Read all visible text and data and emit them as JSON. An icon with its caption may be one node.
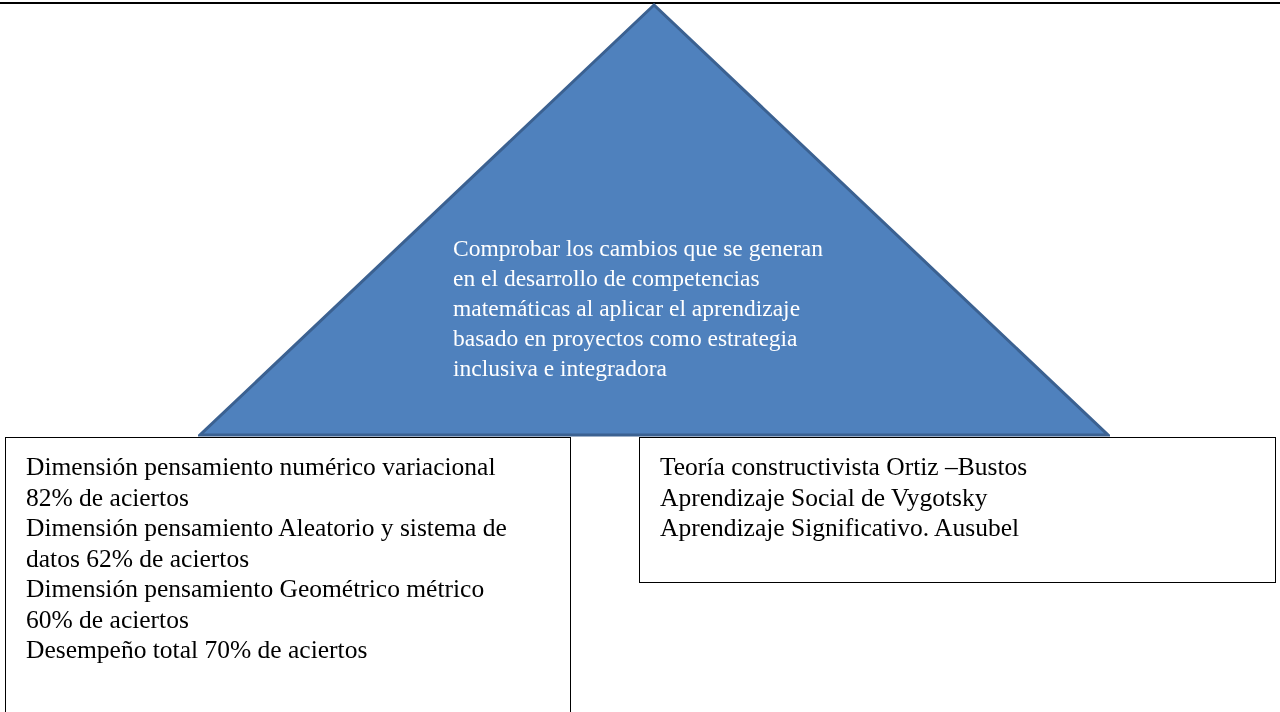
{
  "diagram": {
    "nodes": [
      {
        "text": [
          "Comprobar los cambios que se generan en el desarrollo de competencias matemáticas al aplicar el aprendizaje basado en proyectos como estrategia inclusiva e integradora"
        ]
      },
      {
        "text": [
          "Dimensión pensamiento numérico variacional 82% de aciertos",
          "Dimensión pensamiento Aleatorio y sistema de datos 62% de aciertos",
          "Dimensión pensamiento Geométrico métrico 60% de aciertos",
          "Desempeño total 70% de aciertos"
        ]
      },
      {
        "text": [
          "Teoría constructivista Ortiz –Bustos",
          "Aprendizaje Social de Vygotsky",
          "Aprendizaje Significativo. Ausubel"
        ]
      }
    ]
  }
}
